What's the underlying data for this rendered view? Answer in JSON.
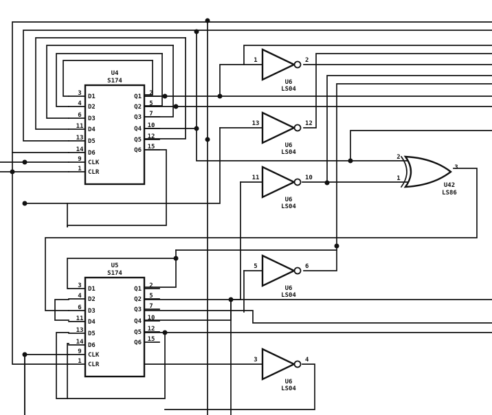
{
  "colors": {
    "ink": "#111111",
    "paper": "#ffffff"
  },
  "chips": {
    "u4": {
      "ref": "U4",
      "part": "S174",
      "inputs": [
        {
          "pin": "3",
          "label": "D1"
        },
        {
          "pin": "4",
          "label": "D2"
        },
        {
          "pin": "6",
          "label": "D3"
        },
        {
          "pin": "11",
          "label": "D4"
        },
        {
          "pin": "13",
          "label": "D5"
        },
        {
          "pin": "14",
          "label": "D6"
        },
        {
          "pin": "9",
          "label": "CLK"
        },
        {
          "pin": "1",
          "label": "CLR"
        }
      ],
      "outputs": [
        {
          "pin": "2",
          "label": "Q1"
        },
        {
          "pin": "5",
          "label": "Q2"
        },
        {
          "pin": "7",
          "label": "Q3"
        },
        {
          "pin": "10",
          "label": "Q4"
        },
        {
          "pin": "12",
          "label": "Q5"
        },
        {
          "pin": "15",
          "label": "Q6"
        }
      ]
    },
    "u5": {
      "ref": "U5",
      "part": "S174",
      "inputs": [
        {
          "pin": "3",
          "label": "D1"
        },
        {
          "pin": "4",
          "label": "D2"
        },
        {
          "pin": "6",
          "label": "D3"
        },
        {
          "pin": "11",
          "label": "D4"
        },
        {
          "pin": "13",
          "label": "D5"
        },
        {
          "pin": "14",
          "label": "D6"
        },
        {
          "pin": "9",
          "label": "CLK"
        },
        {
          "pin": "1",
          "label": "CLR"
        }
      ],
      "outputs": [
        {
          "pin": "2",
          "label": "Q1"
        },
        {
          "pin": "5",
          "label": "Q2"
        },
        {
          "pin": "7",
          "label": "Q3"
        },
        {
          "pin": "10",
          "label": "Q4"
        },
        {
          "pin": "12",
          "label": "Q5"
        },
        {
          "pin": "15",
          "label": "Q6"
        }
      ]
    }
  },
  "inverters": [
    {
      "ref": "U6",
      "part": "LS04",
      "in_pin": "1",
      "out_pin": "2"
    },
    {
      "ref": "U6",
      "part": "LS04",
      "in_pin": "13",
      "out_pin": "12"
    },
    {
      "ref": "U6",
      "part": "LS04",
      "in_pin": "11",
      "out_pin": "10"
    },
    {
      "ref": "U6",
      "part": "LS04",
      "in_pin": "5",
      "out_pin": "6"
    },
    {
      "ref": "U6",
      "part": "LS04",
      "in_pin": "3",
      "out_pin": "4"
    }
  ],
  "xor_gate": {
    "ref": "U42",
    "part": "LS86",
    "in_a_pin": "2",
    "in_b_pin": "1",
    "out_pin": "3"
  }
}
